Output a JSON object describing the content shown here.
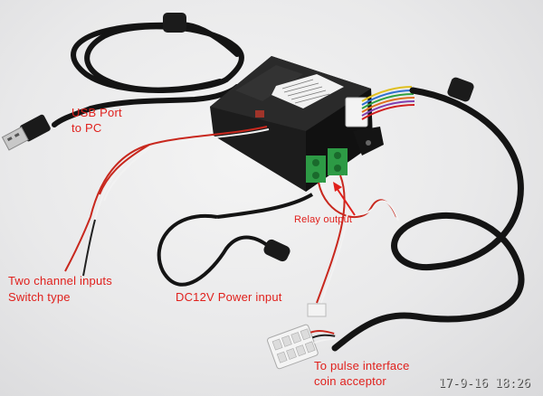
{
  "labels": {
    "usb_line1": "USB Port",
    "usb_line2": "to PC",
    "inputs_line1": "Two channel inputs",
    "inputs_line2": "Switch type",
    "power": "DC12V Power input",
    "relay": "Relay output",
    "pulse_line1": "To pulse interface",
    "pulse_line2": "coin acceptor"
  },
  "timestamp": "17-9-16 18:26",
  "colors": {
    "label_red": "#e0201c",
    "cable_black": "#141414",
    "terminal_green": "#2d9a45",
    "wire_red": "#c8281e",
    "wire_white": "#f2f2f2"
  }
}
